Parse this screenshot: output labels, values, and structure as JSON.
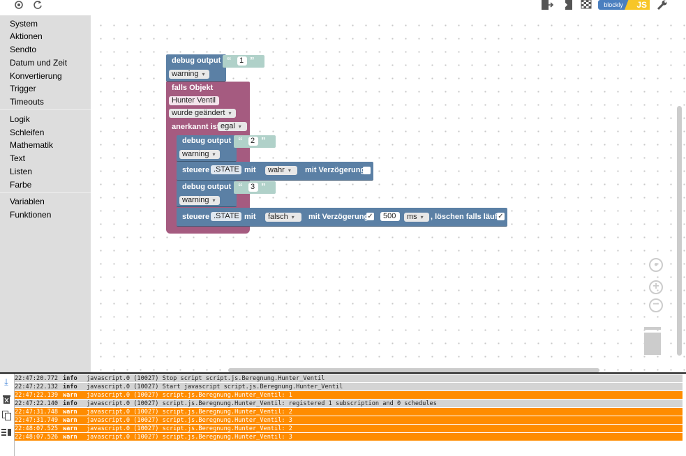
{
  "toolbar": {
    "icons": [
      "target-icon",
      "refresh-icon",
      "export-icon",
      "import-icon",
      "checkered-flag-icon",
      "wrench-icon"
    ],
    "badge_left": "blockly",
    "badge_right": "JS"
  },
  "sidebar": {
    "items": [
      "System",
      "Aktionen",
      "Sendto",
      "Datum und Zeit",
      "Konvertierung",
      "Trigger",
      "Timeouts",
      "Logik",
      "Schleifen",
      "Mathematik",
      "Text",
      "Listen",
      "Farbe",
      "Variablen",
      "Funktionen"
    ]
  },
  "blocks": {
    "debug1": {
      "label": "debug output",
      "value": "1",
      "level": "warning"
    },
    "trigger": {
      "label": "falls Objekt",
      "object": "Hunter Ventil",
      "mode": "wurde geändert",
      "ack_label": "anerkannt ist",
      "ack_value": "egal"
    },
    "debug2": {
      "label": "debug output",
      "value": "2",
      "level": "warning"
    },
    "control1": {
      "label": "steuere",
      "state": ".STATE",
      "mit": "mit",
      "value": "wahr",
      "delay_label": "mit Verzögerung"
    },
    "debug3": {
      "label": "debug output",
      "value": "3",
      "level": "warning"
    },
    "control2": {
      "label": "steuere",
      "state": ".STATE",
      "mit": "mit",
      "value": "falsch",
      "delay_label": "mit Verzögerung",
      "delay": "500",
      "unit": "ms",
      "clear_label": ", löschen falls läuft"
    },
    "quote_open": "“",
    "quote_close": "”",
    "check": "✓"
  },
  "log": {
    "rows": [
      {
        "time": "22:47:20.772",
        "level": "info",
        "msg": "javascript.0 (10027) Stop script script.js.Beregnung.Hunter_Ventil"
      },
      {
        "time": "22:47:22.132",
        "level": "info",
        "msg": "javascript.0 (10027) Start javascript script.js.Beregnung.Hunter_Ventil"
      },
      {
        "time": "22:47:22.139",
        "level": "warn",
        "msg": "javascript.0 (10027) script.js.Beregnung.Hunter_Ventil: 1"
      },
      {
        "time": "22:47:22.140",
        "level": "info",
        "msg": "javascript.0 (10027) script.js.Beregnung.Hunter_Ventil: registered 1 subscription and 0 schedules"
      },
      {
        "time": "22:47:31.748",
        "level": "warn",
        "msg": "javascript.0 (10027) script.js.Beregnung.Hunter_Ventil: 2"
      },
      {
        "time": "22:47:31.749",
        "level": "warn",
        "msg": "javascript.0 (10027) script.js.Beregnung.Hunter_Ventil: 3"
      },
      {
        "time": "22:48:07.525",
        "level": "warn",
        "msg": "javascript.0 (10027) script.js.Beregnung.Hunter_Ventil: 2"
      },
      {
        "time": "22:48:07.526",
        "level": "warn",
        "msg": "javascript.0 (10027) script.js.Beregnung.Hunter_Ventil: 3"
      }
    ],
    "colors": {
      "warn": "#ff8c00",
      "info": "#d4d4d4"
    }
  }
}
